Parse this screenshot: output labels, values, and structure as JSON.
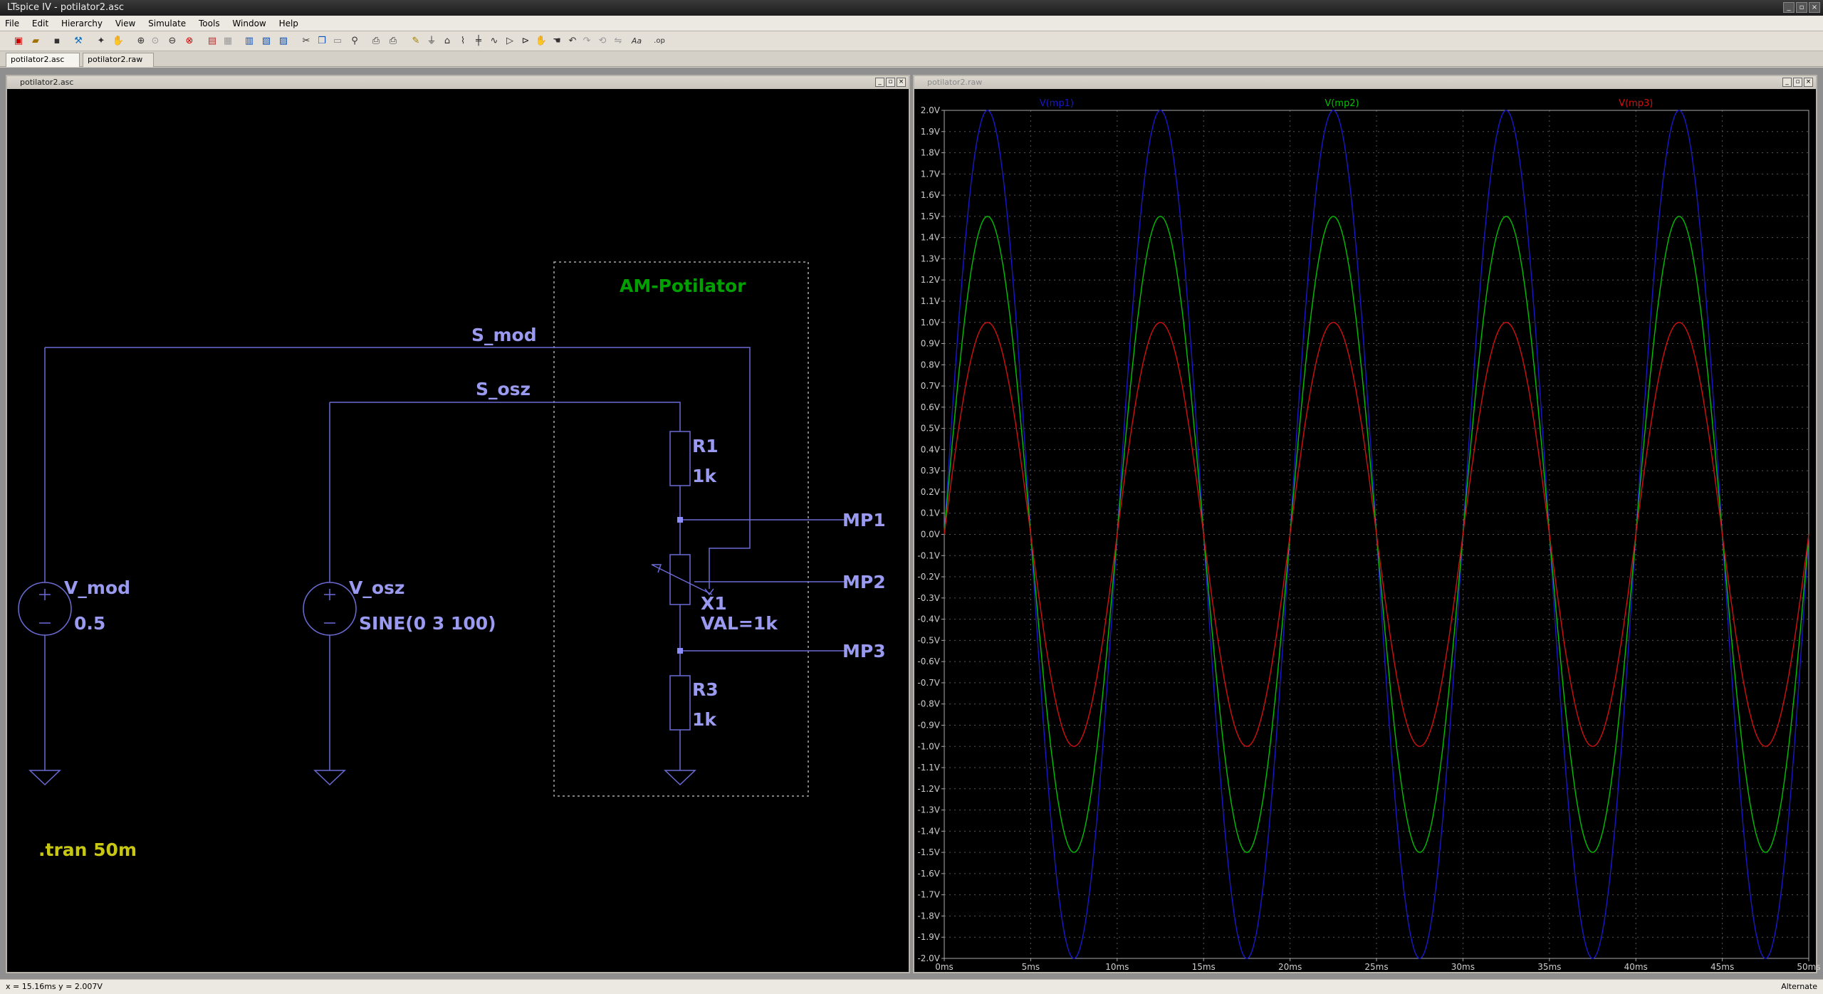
{
  "app": {
    "title": "LTspice IV - potilator2.asc",
    "window_buttons": [
      "_",
      "▫",
      "×"
    ]
  },
  "menu": [
    "File",
    "Edit",
    "Hierarchy",
    "View",
    "Simulate",
    "Tools",
    "Window",
    "Help"
  ],
  "toolbar": {
    "icons": [
      "new-schematic",
      "open",
      "save",
      "control-panel",
      "run",
      "zoom-in",
      "pan",
      "zoom-out",
      "zoom-fit",
      "autorange",
      "tile-horizontal",
      "tile-vertical",
      "cascade",
      "cut",
      "copy",
      "paste",
      "find",
      "print-setup",
      "print",
      "wire",
      "ground",
      "label",
      "resistor",
      "capacitor",
      "inductor",
      "diode",
      "component",
      "move",
      "drag",
      "undo",
      "redo",
      "rotate",
      "mirror",
      "text",
      "spice-directive"
    ]
  },
  "tabs": [
    {
      "label": "potilator2.asc"
    },
    {
      "label": "potilator2.raw"
    }
  ],
  "schematic": {
    "title": "potilator2.asc",
    "window_buttons": [
      "_",
      "▫",
      "×"
    ],
    "box_title": "AM-Potilator",
    "net_labels": {
      "s_mod": "S_mod",
      "s_osz": "S_osz",
      "mp1": "MP1",
      "mp2": "MP2",
      "mp3": "MP3"
    },
    "components": {
      "v_mod": {
        "name": "V_mod",
        "value": "0.5"
      },
      "v_osz": {
        "name": "V_osz",
        "value": "SINE(0 3 100)"
      },
      "r1": {
        "name": "R1",
        "value": "1k"
      },
      "x1": {
        "name": "X1",
        "value": "VAL=1k"
      },
      "r3": {
        "name": "R3",
        "value": "1k"
      }
    },
    "directive": ".tran 50m",
    "colors": {
      "background": "#000000",
      "wire": "#6b6bd6",
      "label": "#9a9af0",
      "box_title": "#00a000",
      "directive": "#c8c814",
      "junction": "#8c8cff"
    }
  },
  "waveform": {
    "title": "potilator2.raw",
    "window_buttons": [
      "_",
      "▫",
      "×"
    ],
    "traces": [
      {
        "name": "V(mp1)",
        "color": "#1818c8"
      },
      {
        "name": "V(mp2)",
        "color": "#00c000"
      },
      {
        "name": "V(mp3)",
        "color": "#d01010"
      }
    ],
    "y_ticks": [
      "2.0V",
      "1.9V",
      "1.8V",
      "1.7V",
      "1.6V",
      "1.5V",
      "1.4V",
      "1.3V",
      "1.2V",
      "1.1V",
      "1.0V",
      "0.9V",
      "0.8V",
      "0.7V",
      "0.6V",
      "0.5V",
      "0.4V",
      "0.3V",
      "0.2V",
      "0.1V",
      "0.0V",
      "-0.1V",
      "-0.2V",
      "-0.3V",
      "-0.4V",
      "-0.5V",
      "-0.6V",
      "-0.7V",
      "-0.8V",
      "-0.9V",
      "-1.0V",
      "-1.1V",
      "-1.2V",
      "-1.3V",
      "-1.4V",
      "-1.5V",
      "-1.6V",
      "-1.7V",
      "-1.8V",
      "-1.9V",
      "-2.0V"
    ],
    "x_ticks": [
      "0ms",
      "5ms",
      "10ms",
      "15ms",
      "20ms",
      "25ms",
      "30ms",
      "35ms",
      "40ms",
      "45ms",
      "50ms"
    ]
  },
  "chart_data": {
    "type": "line",
    "title": "",
    "xlabel": "",
    "ylabel": "",
    "xlim": [
      0,
      50
    ],
    "ylim": [
      -2.0,
      2.0
    ],
    "grid": true,
    "x_unit": "ms",
    "y_unit": "V",
    "frequency_hz": 100,
    "series": [
      {
        "name": "V(mp1)",
        "amplitude": 2.0,
        "color": "#1818c8"
      },
      {
        "name": "V(mp2)",
        "amplitude": 1.5,
        "color": "#00c000"
      },
      {
        "name": "V(mp3)",
        "amplitude": 1.0,
        "color": "#d01010"
      }
    ]
  },
  "status": {
    "cursor": "x = 15.16ms   y = 2.007V",
    "mode": "Alternate"
  }
}
